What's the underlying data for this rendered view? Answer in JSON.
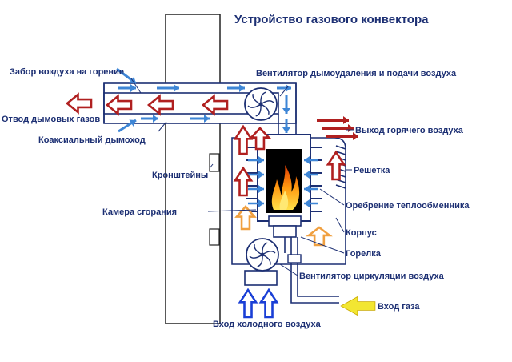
{
  "title": "Устройство газового конвектора",
  "labels": {
    "air_intake": "Забор воздуха на горение",
    "flue_exhaust": "Отвод дымовых газов",
    "coaxial_flue": "Коаксиальный дымоход",
    "brackets": "Кронштейны",
    "combustion_chamber": "Камера сгорания",
    "flue_fan": "Вентилятор дымоудаления и подачи воздуха",
    "hot_air_out": "Выход горячего воздуха",
    "grille": "Решетка",
    "fins": "Оребрение теплообменника",
    "housing": "Корпус",
    "burner": "Горелка",
    "circ_fan": "Вентилятор циркуляции воздуха",
    "gas_in": "Вход газа",
    "cold_air_in": "Вход холодного воздуха"
  },
  "colors": {
    "outline": "#1c2f73",
    "label": "#1c2f73",
    "hot_arrow": "#b02020",
    "warm_arrow": "#f0a040",
    "cold_arrow": "#1a3fd6",
    "flow_blue": "#3e86d6",
    "gas_arrow": "#f2e632",
    "flame": "#ff8c00"
  },
  "icons": [
    "fan-icon",
    "flame-icon",
    "arrow-icon"
  ]
}
